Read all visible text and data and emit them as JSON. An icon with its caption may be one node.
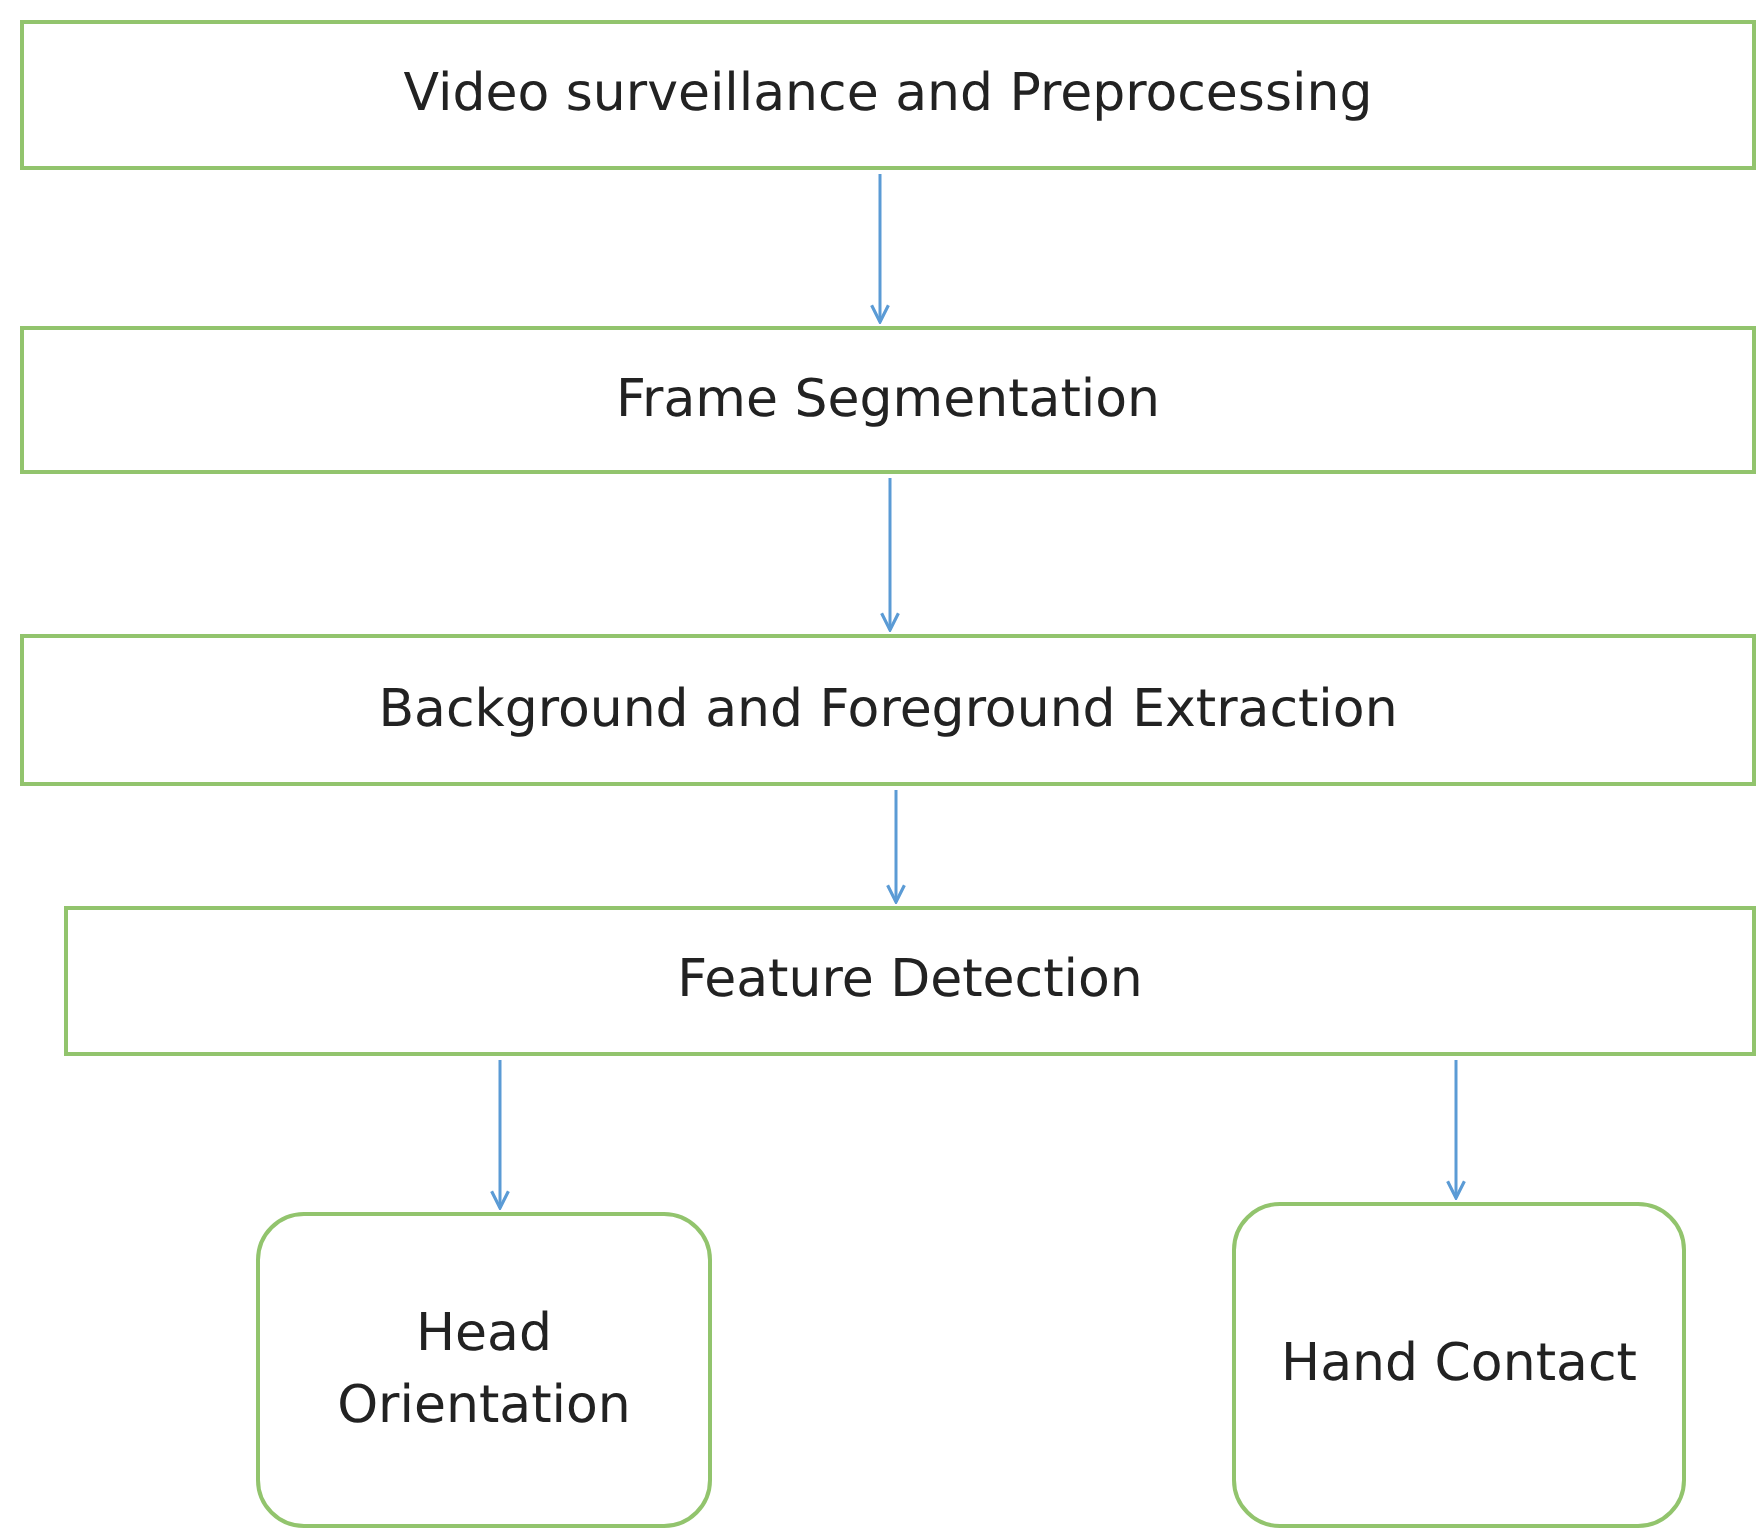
{
  "diagram": {
    "nodes": [
      {
        "text": [
          "Video surveillance and Preprocessing"
        ]
      },
      {
        "text": [
          "Frame Segmentation"
        ]
      },
      {
        "text": [
          "Background and Foreground Extraction"
        ]
      },
      {
        "text": [
          "Feature Detection"
        ]
      },
      {
        "text": [
          "Head Orientation"
        ]
      },
      {
        "text": [
          "Hand Contact"
        ]
      }
    ],
    "edges": [
      {
        "from": 0,
        "to": 1,
        "arrow": "to"
      },
      {
        "from": 1,
        "to": 2,
        "arrow": "to"
      },
      {
        "from": 2,
        "to": 3,
        "arrow": "to"
      },
      {
        "from": 3,
        "to": 4,
        "arrow": "to"
      },
      {
        "from": 3,
        "to": 5,
        "arrow": "to"
      }
    ]
  }
}
